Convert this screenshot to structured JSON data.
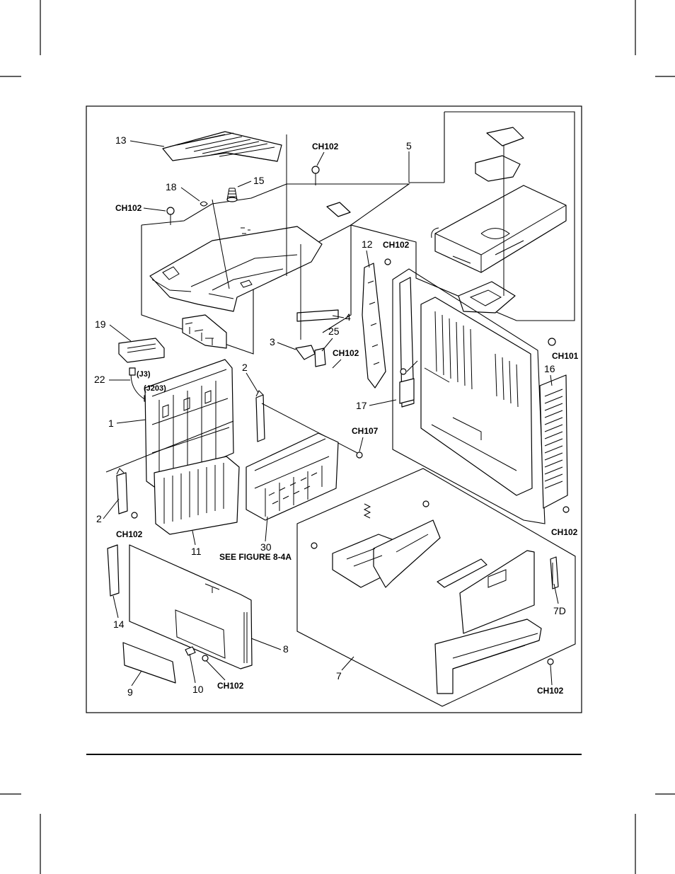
{
  "figure": {
    "callouts": {
      "p13": "13",
      "p18": "18",
      "p15": "15",
      "ch102_a": "CH102",
      "ch102_b": "CH102",
      "p5": "5",
      "p12": "12",
      "ch102_c": "CH102",
      "p4": "4",
      "p19": "19",
      "p3": "3",
      "p25": "25",
      "ch102_d": "CH102",
      "ch101": "CH101",
      "p16": "16",
      "p22": "22",
      "j3": "(J3)",
      "j203": "(J203)",
      "p2a": "2",
      "p1": "1",
      "p17": "17",
      "ch107": "CH107",
      "p2b": "2",
      "ch102_e": "CH102",
      "p11": "11",
      "p30": "30",
      "see_fig": "SEE FIGURE 8-4A",
      "ch102_f": "CH102",
      "p14": "14",
      "p8": "8",
      "p7d": "7D",
      "p9": "9",
      "p10": "10",
      "ch102_g": "CH102",
      "p7": "7",
      "ch102_h": "CH102"
    }
  }
}
